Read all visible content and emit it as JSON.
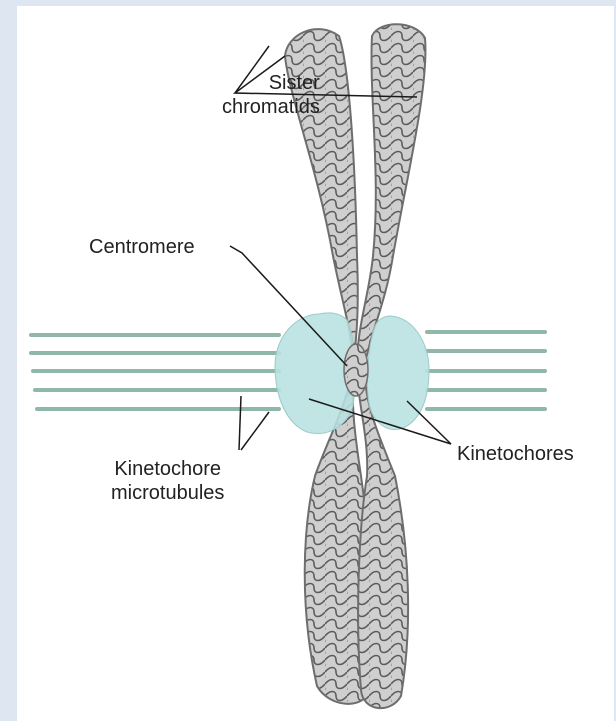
{
  "labels": {
    "sister_chromatids": [
      "Sister",
      "chromatids"
    ],
    "centromere": "Centromere",
    "kinetochores": "Kinetochores",
    "kinetochore_microtubules": [
      "Kinetochore",
      "microtubules"
    ]
  },
  "colors": {
    "page_border": "#dde6f1",
    "background": "#ffffff",
    "chromatid_fill": "#c7c7c7",
    "chromatid_outline": "#6e6e6e",
    "chromatin_coil": "#5c5c5c",
    "kinetochore": "#b7e1e0",
    "microtubule": "#8fb8a8",
    "leader_line": "#1a1a1a"
  }
}
